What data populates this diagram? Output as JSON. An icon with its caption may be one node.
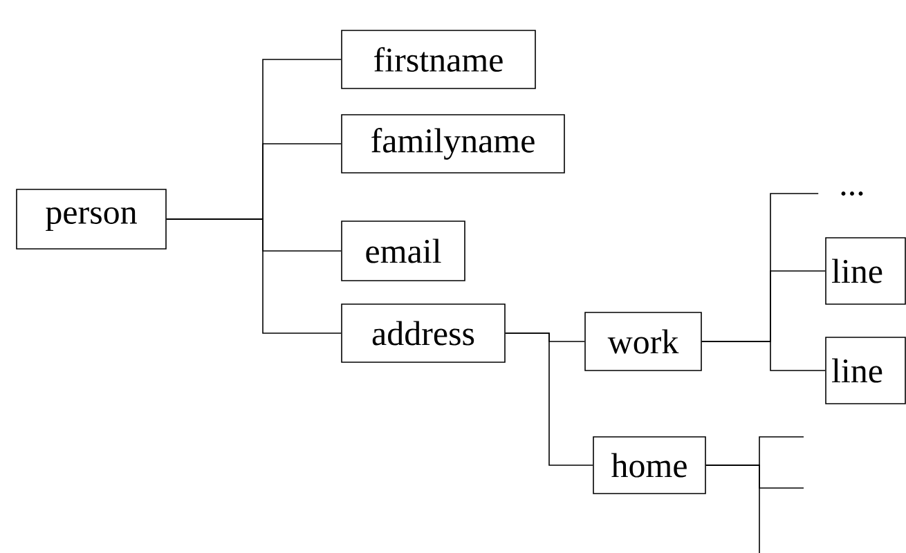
{
  "diagram": {
    "nodes": [
      {
        "text": [
          "person"
        ]
      },
      {
        "text": [
          "firstname"
        ]
      },
      {
        "text": [
          "familyname"
        ]
      },
      {
        "text": [
          "email"
        ]
      },
      {
        "text": [
          "address"
        ]
      },
      {
        "text": [
          "work"
        ]
      },
      {
        "text": [
          "..."
        ]
      },
      {
        "text": [
          "line"
        ]
      },
      {
        "text": [
          "line"
        ]
      },
      {
        "text": [
          "home"
        ]
      }
    ],
    "edges": [
      {
        "from": 0,
        "to": 1,
        "arrow": "none"
      },
      {
        "from": 0,
        "to": 2,
        "arrow": "none"
      },
      {
        "from": 0,
        "to": 3,
        "arrow": "none"
      },
      {
        "from": 0,
        "to": 4,
        "arrow": "none"
      },
      {
        "from": 4,
        "to": 5,
        "arrow": "none"
      },
      {
        "from": 4,
        "to": 9,
        "arrow": "none"
      },
      {
        "from": 5,
        "to": 6,
        "arrow": "none"
      },
      {
        "from": 5,
        "to": 7,
        "arrow": "none"
      },
      {
        "from": 5,
        "to": 8,
        "arrow": "none"
      },
      {
        "from": 9,
        "to": null,
        "arrow": "none"
      },
      {
        "from": 9,
        "to": null,
        "arrow": "none"
      },
      {
        "from": 9,
        "to": null,
        "arrow": "none"
      }
    ]
  }
}
